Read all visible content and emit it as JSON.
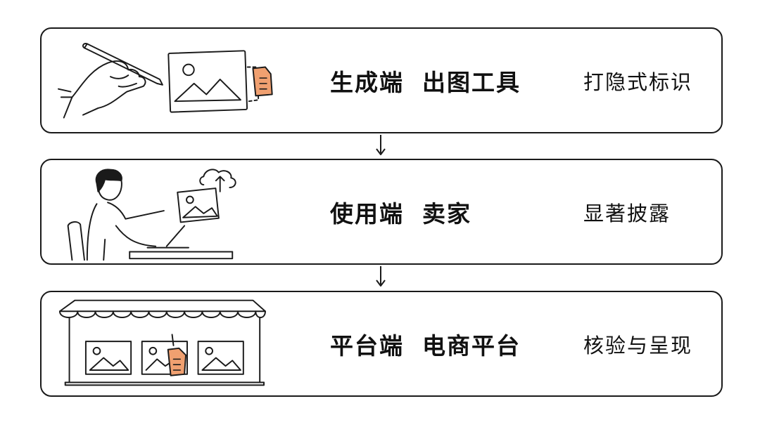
{
  "steps": [
    {
      "role": "生成端",
      "subject": "出图工具",
      "action": "打隐式标识",
      "illustration": "hand-drawing-image-icon"
    },
    {
      "role": "使用端",
      "subject": "卖家",
      "action": "显著披露",
      "illustration": "person-uploading-image-icon"
    },
    {
      "role": "平台端",
      "subject": "电商平台",
      "action": "核验与呈现",
      "illustration": "storefront-icon"
    }
  ],
  "colors": {
    "accent": "#f0a070",
    "stroke": "#1a1a1a"
  }
}
